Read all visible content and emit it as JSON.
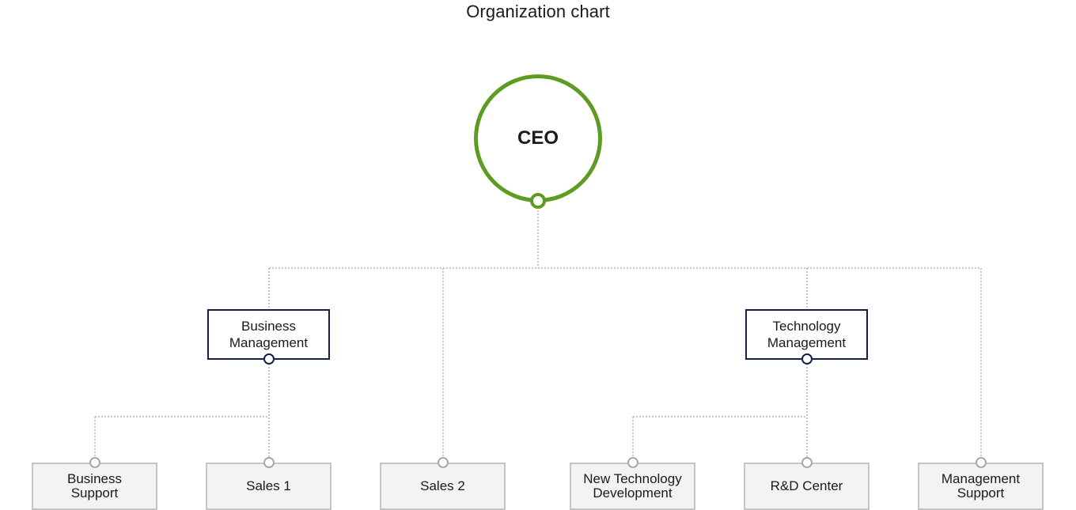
{
  "title": "Organization chart",
  "ceo": {
    "label": "CEO"
  },
  "management_units": [
    {
      "name": "Business\nManagement"
    },
    {
      "name": "Technology\nManagement"
    }
  ],
  "departments": [
    {
      "name": "Business\nSupport"
    },
    {
      "name": "Sales 1"
    },
    {
      "name": "Sales 2"
    },
    {
      "name": "New Technology\nDevelopment"
    },
    {
      "name": "R&D Center"
    },
    {
      "name": "Management\nSupport"
    }
  ],
  "hierarchy": {
    "CEO": [
      "Business Management",
      "Sales 2",
      "Technology Management",
      "Management Support"
    ],
    "Business Management": [
      "Business Support",
      "Sales 1"
    ],
    "Technology Management": [
      "New Technology Development",
      "R&D Center"
    ]
  },
  "colors": {
    "ceo_accent": "#5d9c22",
    "management_border": "#14204a",
    "department_border": "#c4c4c4",
    "department_fill": "#f3f3f3",
    "connector": "#b5b5b5"
  }
}
